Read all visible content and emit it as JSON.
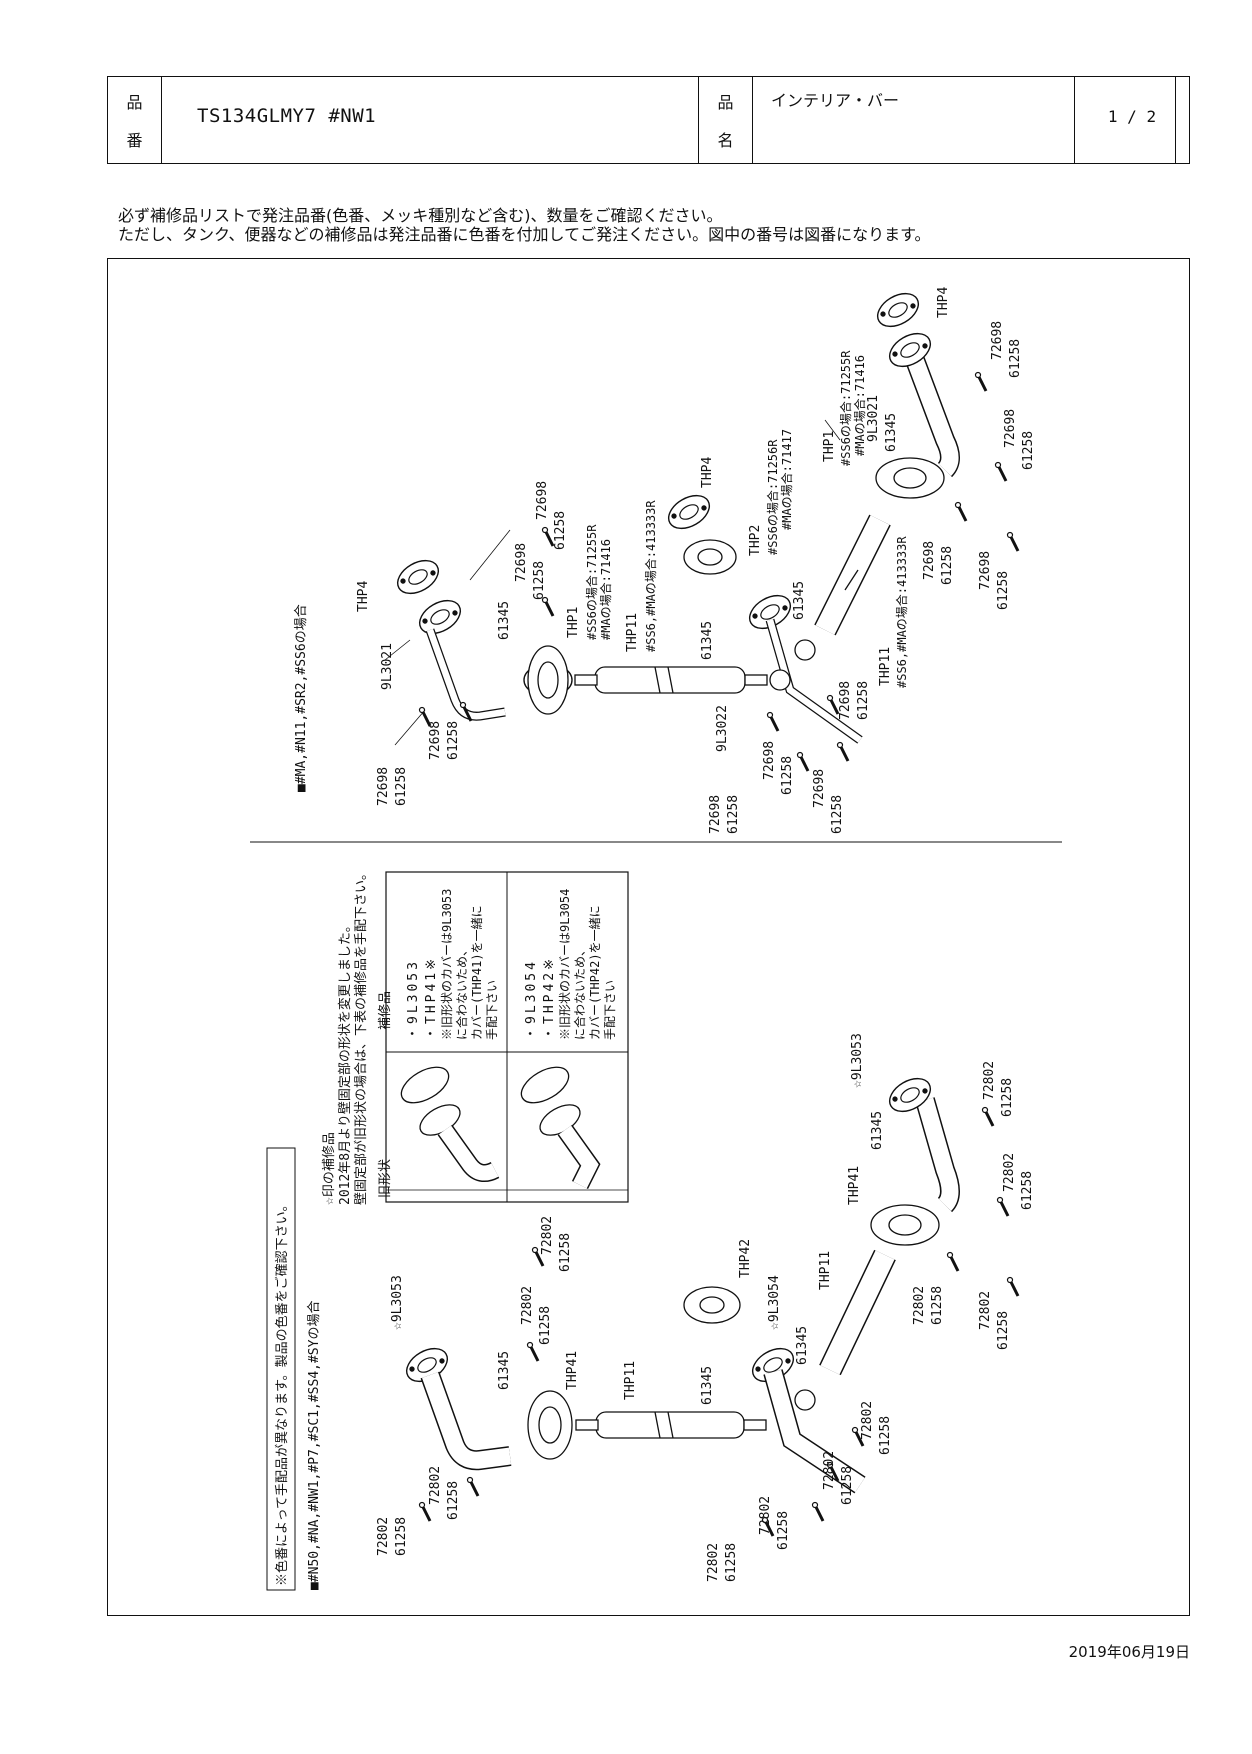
{
  "header": {
    "part_no_label_1": "品",
    "part_no_label_2": "番",
    "part_no": "TS134GLMY7 #NW1",
    "name_label_1": "品",
    "name_label_2": "名",
    "name": "インテリア・バー",
    "page": "1 / 2"
  },
  "notes": {
    "line1": "必ず補修品リストで発注品番(色番、メッキ種別など含む)、数量をご確認ください。",
    "line2": "ただし、タンク、便器などの補修品は発注品番に色番を付加してご発注ください。図中の番号は図番になります。"
  },
  "diagram_top": {
    "section_title": "■#MA,#N11,#SR2,#SS6の場合",
    "labels": {
      "thp4_a": "THP4",
      "part_9l3021_a": "9L3021",
      "part_61345_a": "61345",
      "thp1_a": "THP1",
      "thp1_note_a1": "#SS6の場合:71255R",
      "thp1_note_a2": "#MAの場合:71416",
      "thp11_a": "THP11",
      "thp11_note_a": "#SS6,#MAの場合:413333R",
      "part_9l3022": "9L3022",
      "part_61345_b": "61345",
      "thp4_b": "THP4",
      "thp2": "THP2",
      "thp2_note_1": "#SS6の場合:71256R",
      "thp2_note_2": "#MAの場合:71417",
      "part_61345_c": "61345",
      "thp11_b": "THP11",
      "thp11_note_b": "#SS6,#MAの場合:413333R",
      "thp4_c": "THP4",
      "thp1_b": "THP1",
      "thp1_note_b1": "#SS6の場合:71255R",
      "thp1_note_b2": "#MAの場合:71416",
      "part_9l3021_b": "9L3021",
      "part_61345_d": "61345",
      "screw_a": "72698",
      "anchor_a": "61258"
    }
  },
  "diagram_bottom": {
    "section_title": "■#N50,#NA,#NW1,#P7,#SC1,#SS4,#SYの場合",
    "color_note": "※色番によって手配品が異なります。製品の色番をご確認下さい。",
    "change_note_1": "☆印の補修品",
    "change_note_2": "2012年8月より壁固定部の形状を変更しました。",
    "change_note_3": "壁固定部が旧形状の場合は、下表の補修品を手配下さい。",
    "table": {
      "col_old": "旧形状",
      "col_repair": "補修品",
      "row1": [
        "・9L3053",
        "・THP41※",
        "※旧形状のカバーは9L3053",
        "に合わないため、",
        "カバー(THP41)を一緒に",
        "手配下さい"
      ],
      "row2": [
        "・9L3054",
        "・THP42※",
        "※旧形状のカバーは9L3054",
        "に合わないため、",
        "カバー(THP42)を一緒に",
        "手配下さい"
      ]
    },
    "labels": {
      "star_9l3053_a": "☆9L3053",
      "part_61345_a": "61345",
      "thp41_a": "THP41",
      "thp11_a": "THP11",
      "part_61345_b": "61345",
      "star_9l3054": "☆9L3054",
      "part_61345_c": "61345",
      "thp42": "THP42",
      "thp11_b": "THP11",
      "thp41_b": "THP41",
      "part_61345_d": "61345",
      "star_9l3053_b": "☆9L3053",
      "screw_b": "72802",
      "anchor_b": "61258"
    }
  },
  "date": "2019年06月19日"
}
